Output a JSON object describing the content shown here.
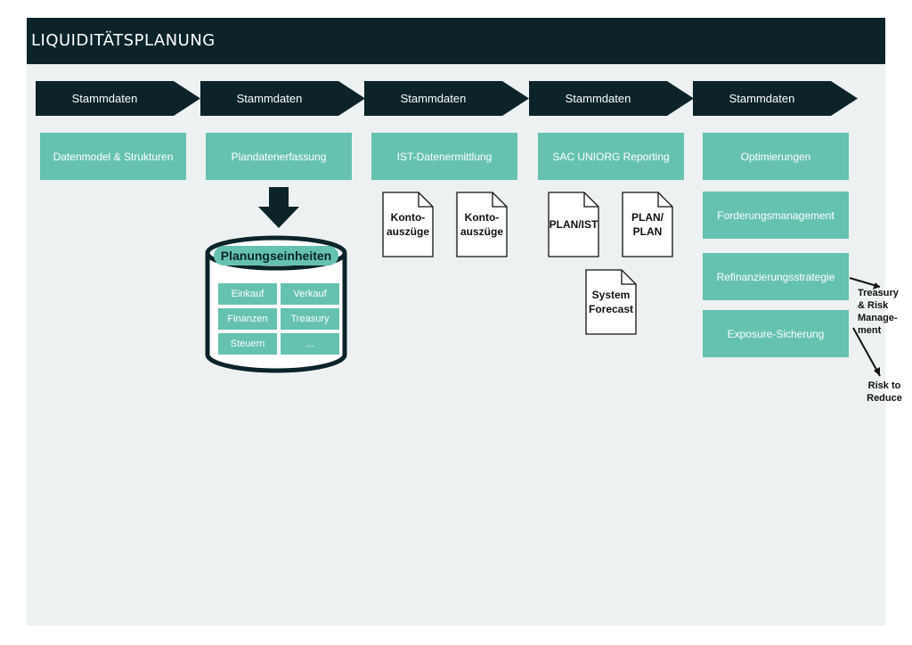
{
  "header": {
    "title": "LIQUIDITÄTSPLANUNG"
  },
  "steps": [
    {
      "label": "Stammdaten"
    },
    {
      "label": "Stammdaten"
    },
    {
      "label": "Stammdaten"
    },
    {
      "label": "Stammdaten"
    },
    {
      "label": "Stammdaten"
    }
  ],
  "col1": {
    "box": "Datenmodel & Strukturen"
  },
  "col2": {
    "box": "Plandatenerfassung",
    "db_title": "Planungseinheiten",
    "cells": [
      "Einkauf",
      "Verkauf",
      "Finanzen",
      "Treasury",
      "Steuern",
      "..."
    ]
  },
  "col3": {
    "box": "IST-Datenermittlung",
    "docs": [
      "Konto-\nauszüge",
      "Konto-\nauszüge"
    ]
  },
  "col4": {
    "box": "SAC UNIORG Reporting",
    "docs": [
      "PLAN/IST",
      "PLAN/\nPLAN",
      "System\nForecast"
    ]
  },
  "col5": {
    "boxes": [
      "Optimierungen",
      "Forderungsmanagement",
      "Refinanzierungsstrategie",
      "Exposure-Sicherung"
    ]
  },
  "annotations": {
    "treasury": "Treasury\n& Risk\nManage-\nment",
    "risk": "Risk to\nReduce"
  },
  "colors": {
    "dark": "#0b2329",
    "accent": "#66c2b0",
    "panel": "#edf1f1"
  }
}
